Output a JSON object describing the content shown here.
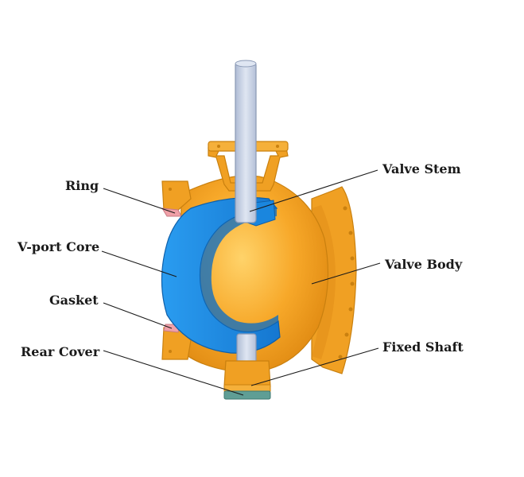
{
  "labels": {
    "ring": "Ring",
    "vport_core": "V-port Core",
    "gasket": "Gasket",
    "rear_cover": "Rear Cover",
    "valve_stem": "Valve Stem",
    "valve_body": "Valve Body",
    "fixed_shaft": "Fixed Shaft"
  },
  "colors": {
    "body_orange": "#f5a623",
    "body_edge": "#d88a12",
    "core_blue": "#1e8fe6",
    "core_blue_dark": "#136fc0",
    "stem_gray": "#c9d4e6",
    "stem_edge": "#8a99b5",
    "gasket_pink": "#f0a0a8",
    "rear_cover_teal": "#5f9e95",
    "leader_line": "#1a1a1a"
  }
}
